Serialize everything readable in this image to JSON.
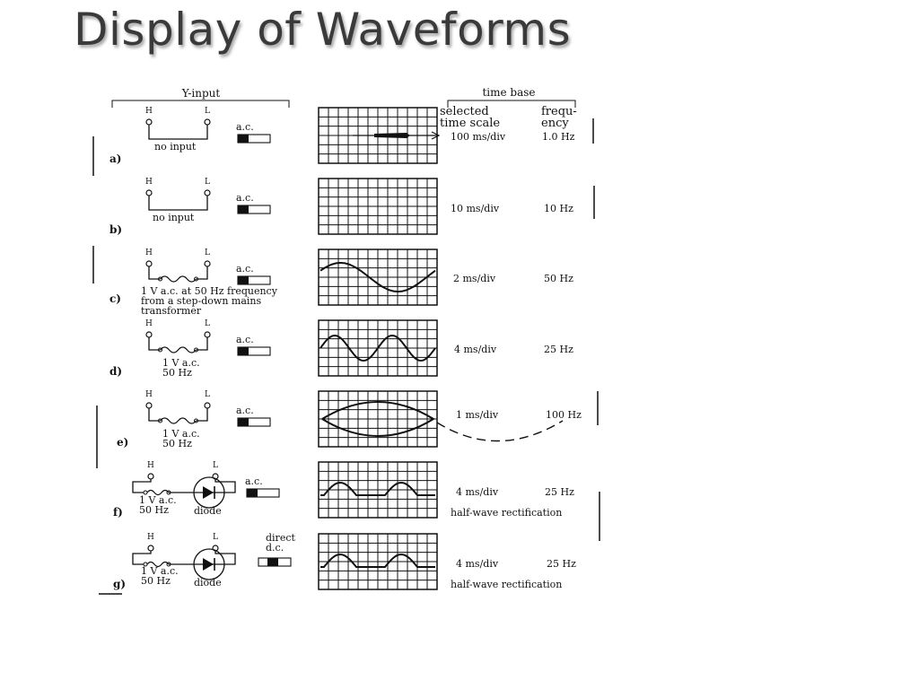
{
  "slide": {
    "title": "Display of Waveforms"
  },
  "headers": {
    "y_input": "Y-input",
    "time_base": "time base",
    "selected_time_scale": [
      "selected",
      "time scale"
    ],
    "frequency": [
      "frequ-",
      "ency"
    ]
  },
  "terminals": {
    "high": "H",
    "low": "L"
  },
  "rows": [
    {
      "letter": "a)",
      "input_lines": [
        "no input"
      ],
      "coupling": [
        "a.c."
      ],
      "trace": "dot",
      "time_scale": "100 ms/div",
      "frequency": "1.0 Hz",
      "note": ""
    },
    {
      "letter": "b)",
      "input_lines": [
        "no input"
      ],
      "coupling": [
        "a.c."
      ],
      "trace": "none",
      "time_scale": "10 ms/div",
      "frequency": "10 Hz",
      "note": ""
    },
    {
      "letter": "c)",
      "input_lines": [
        "1 V a.c. at 50 Hz frequency",
        "from a step-down mains",
        "transformer"
      ],
      "coupling": [
        "a.c."
      ],
      "trace": "sine-1",
      "time_scale": "2 ms/div",
      "frequency": "50 Hz",
      "note": ""
    },
    {
      "letter": "d)",
      "input_lines": [
        "1 V a.c.",
        "50 Hz"
      ],
      "coupling": [
        "a.c."
      ],
      "trace": "sine-2",
      "time_scale": "4 ms/div",
      "frequency": "25 Hz",
      "note": ""
    },
    {
      "letter": "e)",
      "input_lines": [
        "1 V a.c.",
        "50 Hz"
      ],
      "coupling": [
        "a.c."
      ],
      "trace": "ellipse",
      "time_scale": "1 ms/div",
      "frequency": "100 Hz",
      "note": ""
    },
    {
      "letter": "f)",
      "input_lines": [
        "1 V a.c.",
        "50 Hz"
      ],
      "coupling": [
        "a.c."
      ],
      "diode_label": "diode",
      "trace": "half-wave",
      "time_scale": "4 ms/div",
      "frequency": "25 Hz",
      "note": "half-wave rectification"
    },
    {
      "letter": "g)",
      "input_lines": [
        "1 V a.c.",
        "50 Hz"
      ],
      "coupling": [
        "direct",
        "d.c."
      ],
      "diode_label": "diode",
      "trace": "half-wave",
      "time_scale": "4 ms/div",
      "frequency": "25 Hz",
      "note": "half-wave rectification"
    }
  ]
}
